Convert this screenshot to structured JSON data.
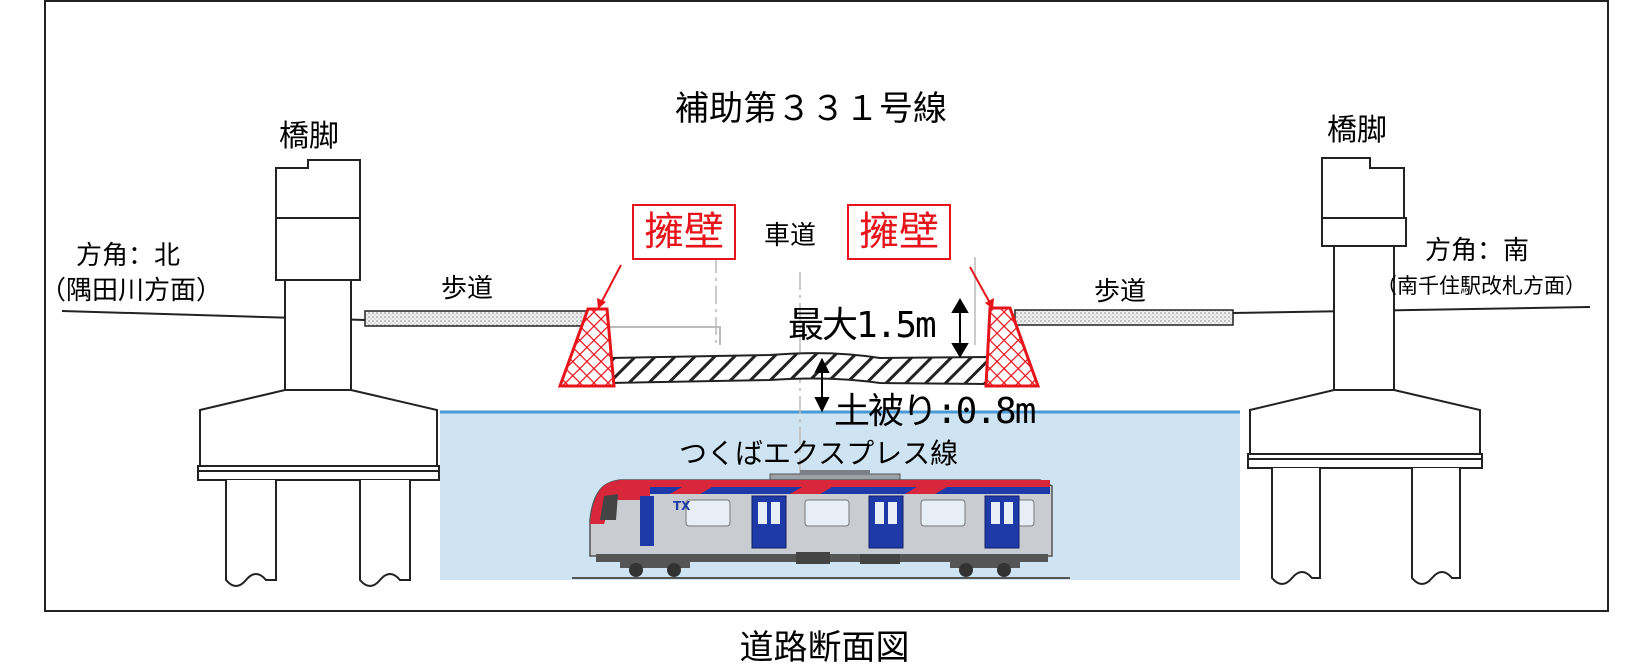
{
  "title": "補助第３３１号線",
  "caption": "道路断面図",
  "pier_left_label": "橋脚",
  "pier_right_label": "橋脚",
  "direction_left": {
    "line1": "方角：北",
    "line2": "（隅田川方面）"
  },
  "direction_right": {
    "line1": "方角：南",
    "line2": "（南千住駅改札方面）"
  },
  "sidewalk_left": "歩道",
  "sidewalk_right": "歩道",
  "roadway": "車道",
  "retaining_wall_left": "擁壁",
  "retaining_wall_right": "擁壁",
  "max_height": "最大1.5m",
  "cover_depth": "土被り:0.8m",
  "railway": "つくばエクスプレス線",
  "train_logo": "TX",
  "colors": {
    "wall_red": "#e8141b",
    "water_blue": "#cfe4f3",
    "water_line": "#4a9ad6",
    "train_silver": "#c9ccd1",
    "train_red": "#d8263a",
    "train_blue": "#1e3aa8"
  }
}
